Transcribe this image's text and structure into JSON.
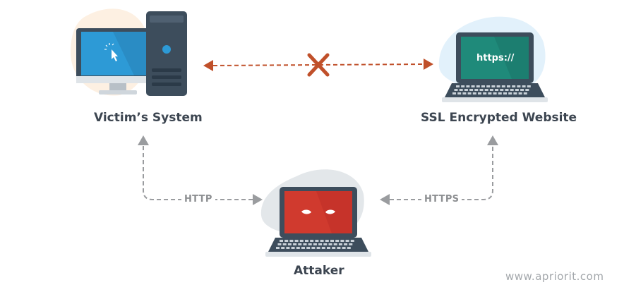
{
  "nodes": {
    "victim": {
      "label": "Victim’s System"
    },
    "website": {
      "label": "SSL Encrypted Website",
      "screen_text": "https://"
    },
    "attacker": {
      "label": "Attaker"
    }
  },
  "connections": {
    "http": {
      "label": "HTTP"
    },
    "https": {
      "label": "HTTPS"
    }
  },
  "watermark": "www.apriorit.com",
  "colors": {
    "blocked": "#c0502a",
    "arrow": "#9a9c9f",
    "label": "#3c4550",
    "victim_screen": "#2d9ad6",
    "website_screen": "#1f8a7a",
    "attacker_screen": "#d03a2e"
  }
}
